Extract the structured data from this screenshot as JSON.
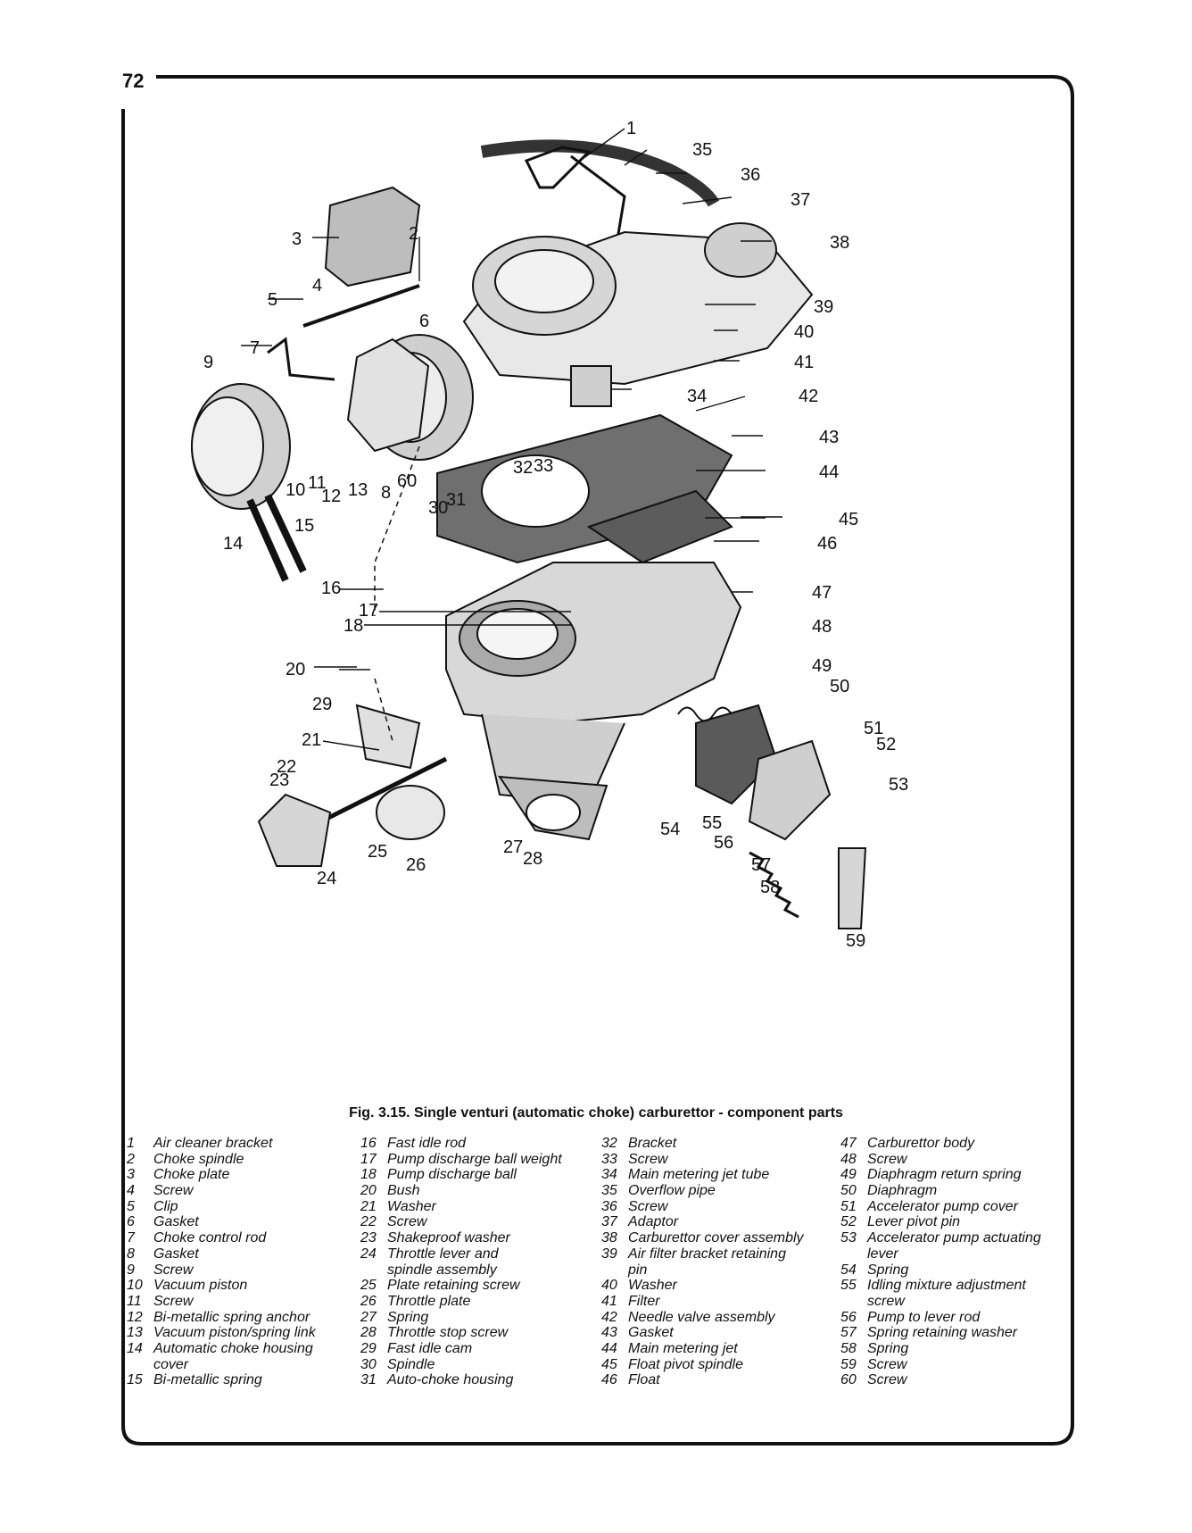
{
  "page_number": "72",
  "caption": "Fig. 3.15. Single venturi (automatic choke) carburettor - component parts",
  "legend": [
    [
      {
        "num": "1",
        "lines": [
          "Air cleaner bracket"
        ]
      },
      {
        "num": "2",
        "lines": [
          "Choke spindle"
        ]
      },
      {
        "num": "3",
        "lines": [
          "Choke plate"
        ]
      },
      {
        "num": "4",
        "lines": [
          "Screw"
        ]
      },
      {
        "num": "5",
        "lines": [
          "Clip"
        ]
      },
      {
        "num": "6",
        "lines": [
          "Gasket"
        ]
      },
      {
        "num": "7",
        "lines": [
          "Choke control rod"
        ]
      },
      {
        "num": "8",
        "lines": [
          "Gasket"
        ]
      },
      {
        "num": "9",
        "lines": [
          "Screw"
        ]
      },
      {
        "num": "10",
        "lines": [
          "Vacuum piston"
        ]
      },
      {
        "num": "11",
        "lines": [
          "Screw"
        ]
      },
      {
        "num": "12",
        "lines": [
          "Bi-metallic spring anchor"
        ]
      },
      {
        "num": "13",
        "lines": [
          "Vacuum piston/spring link"
        ]
      },
      {
        "num": "14",
        "lines": [
          "Automatic choke housing",
          "cover"
        ]
      },
      {
        "num": "15",
        "lines": [
          "Bi-metallic spring"
        ]
      }
    ],
    [
      {
        "num": "16",
        "lines": [
          "Fast idle rod"
        ]
      },
      {
        "num": "17",
        "lines": [
          "Pump discharge ball weight"
        ]
      },
      {
        "num": "18",
        "lines": [
          "Pump discharge ball"
        ]
      },
      {
        "num": "20",
        "lines": [
          "Bush"
        ]
      },
      {
        "num": "21",
        "lines": [
          "Washer"
        ]
      },
      {
        "num": "22",
        "lines": [
          "Screw"
        ]
      },
      {
        "num": "23",
        "lines": [
          "Shakeproof washer"
        ]
      },
      {
        "num": "24",
        "lines": [
          "Throttle lever and",
          "spindle assembly"
        ]
      },
      {
        "num": "25",
        "lines": [
          "Plate retaining screw"
        ]
      },
      {
        "num": "26",
        "lines": [
          "Throttle plate"
        ]
      },
      {
        "num": "27",
        "lines": [
          "Spring"
        ]
      },
      {
        "num": "28",
        "lines": [
          "Throttle stop screw"
        ]
      },
      {
        "num": "29",
        "lines": [
          "Fast idle cam"
        ]
      },
      {
        "num": "30",
        "lines": [
          "Spindle"
        ]
      },
      {
        "num": "31",
        "lines": [
          "Auto-choke housing"
        ]
      }
    ],
    [
      {
        "num": "32",
        "lines": [
          "Bracket"
        ]
      },
      {
        "num": "33",
        "lines": [
          "Screw"
        ]
      },
      {
        "num": "34",
        "lines": [
          "Main metering jet tube"
        ]
      },
      {
        "num": "35",
        "lines": [
          "Overflow pipe"
        ]
      },
      {
        "num": "36",
        "lines": [
          "Screw"
        ]
      },
      {
        "num": "37",
        "lines": [
          "Adaptor"
        ]
      },
      {
        "num": "38",
        "lines": [
          "Carburettor cover assembly"
        ]
      },
      {
        "num": "39",
        "lines": [
          "Air filter bracket retaining",
          "pin"
        ]
      },
      {
        "num": "40",
        "lines": [
          "Washer"
        ]
      },
      {
        "num": "41",
        "lines": [
          "Filter"
        ]
      },
      {
        "num": "42",
        "lines": [
          "Needle valve assembly"
        ]
      },
      {
        "num": "43",
        "lines": [
          "Gasket"
        ]
      },
      {
        "num": "44",
        "lines": [
          "Main metering jet"
        ]
      },
      {
        "num": "45",
        "lines": [
          "Float pivot spindle"
        ]
      },
      {
        "num": "46",
        "lines": [
          "Float"
        ]
      }
    ],
    [
      {
        "num": "47",
        "lines": [
          "Carburettor body"
        ]
      },
      {
        "num": "48",
        "lines": [
          "Screw"
        ]
      },
      {
        "num": "49",
        "lines": [
          "Diaphragm return spring"
        ]
      },
      {
        "num": "50",
        "lines": [
          "Diaphragm"
        ]
      },
      {
        "num": "51",
        "lines": [
          "Accelerator pump cover"
        ]
      },
      {
        "num": "52",
        "lines": [
          "Lever pivot pin"
        ]
      },
      {
        "num": "53",
        "lines": [
          "Accelerator pump actuating",
          "lever"
        ]
      },
      {
        "num": "54",
        "lines": [
          "Spring"
        ]
      },
      {
        "num": "55",
        "lines": [
          "Idling mixture adjustment",
          "screw"
        ]
      },
      {
        "num": "56",
        "lines": [
          "Pump to lever rod"
        ]
      },
      {
        "num": "57",
        "lines": [
          "Spring retaining washer"
        ]
      },
      {
        "num": "58",
        "lines": [
          "Spring"
        ]
      },
      {
        "num": "59",
        "lines": [
          "Screw"
        ]
      },
      {
        "num": "60",
        "lines": [
          "Screw"
        ]
      }
    ]
  ],
  "callouts": {
    "c1": "1",
    "c2": "2",
    "c3": "3",
    "c4": "4",
    "c5": "5",
    "c6": "6",
    "c7": "7",
    "c8": "8",
    "c9": "9",
    "c10": "10",
    "c11": "11",
    "c12": "12",
    "c13": "13",
    "c14": "14",
    "c15": "15",
    "c16": "16",
    "c17": "17",
    "c18": "18",
    "c20": "20",
    "c21": "21",
    "c22": "22",
    "c23": "23",
    "c24": "24",
    "c25": "25",
    "c26": "26",
    "c27": "27",
    "c28": "28",
    "c29": "29",
    "c30": "30",
    "c31": "31",
    "c32": "32",
    "c33": "33",
    "c34": "34",
    "c35": "35",
    "c36": "36",
    "c37": "37",
    "c38": "38",
    "c39": "39",
    "c40": "40",
    "c41": "41",
    "c42": "42",
    "c43": "43",
    "c44": "44",
    "c45": "45",
    "c46": "46",
    "c47": "47",
    "c48": "48",
    "c49": "49",
    "c50": "50",
    "c51": "51",
    "c52": "52",
    "c53": "53",
    "c54": "54",
    "c55": "55",
    "c56": "56",
    "c57": "57",
    "c58": "58",
    "c59": "59",
    "c60": "60"
  }
}
